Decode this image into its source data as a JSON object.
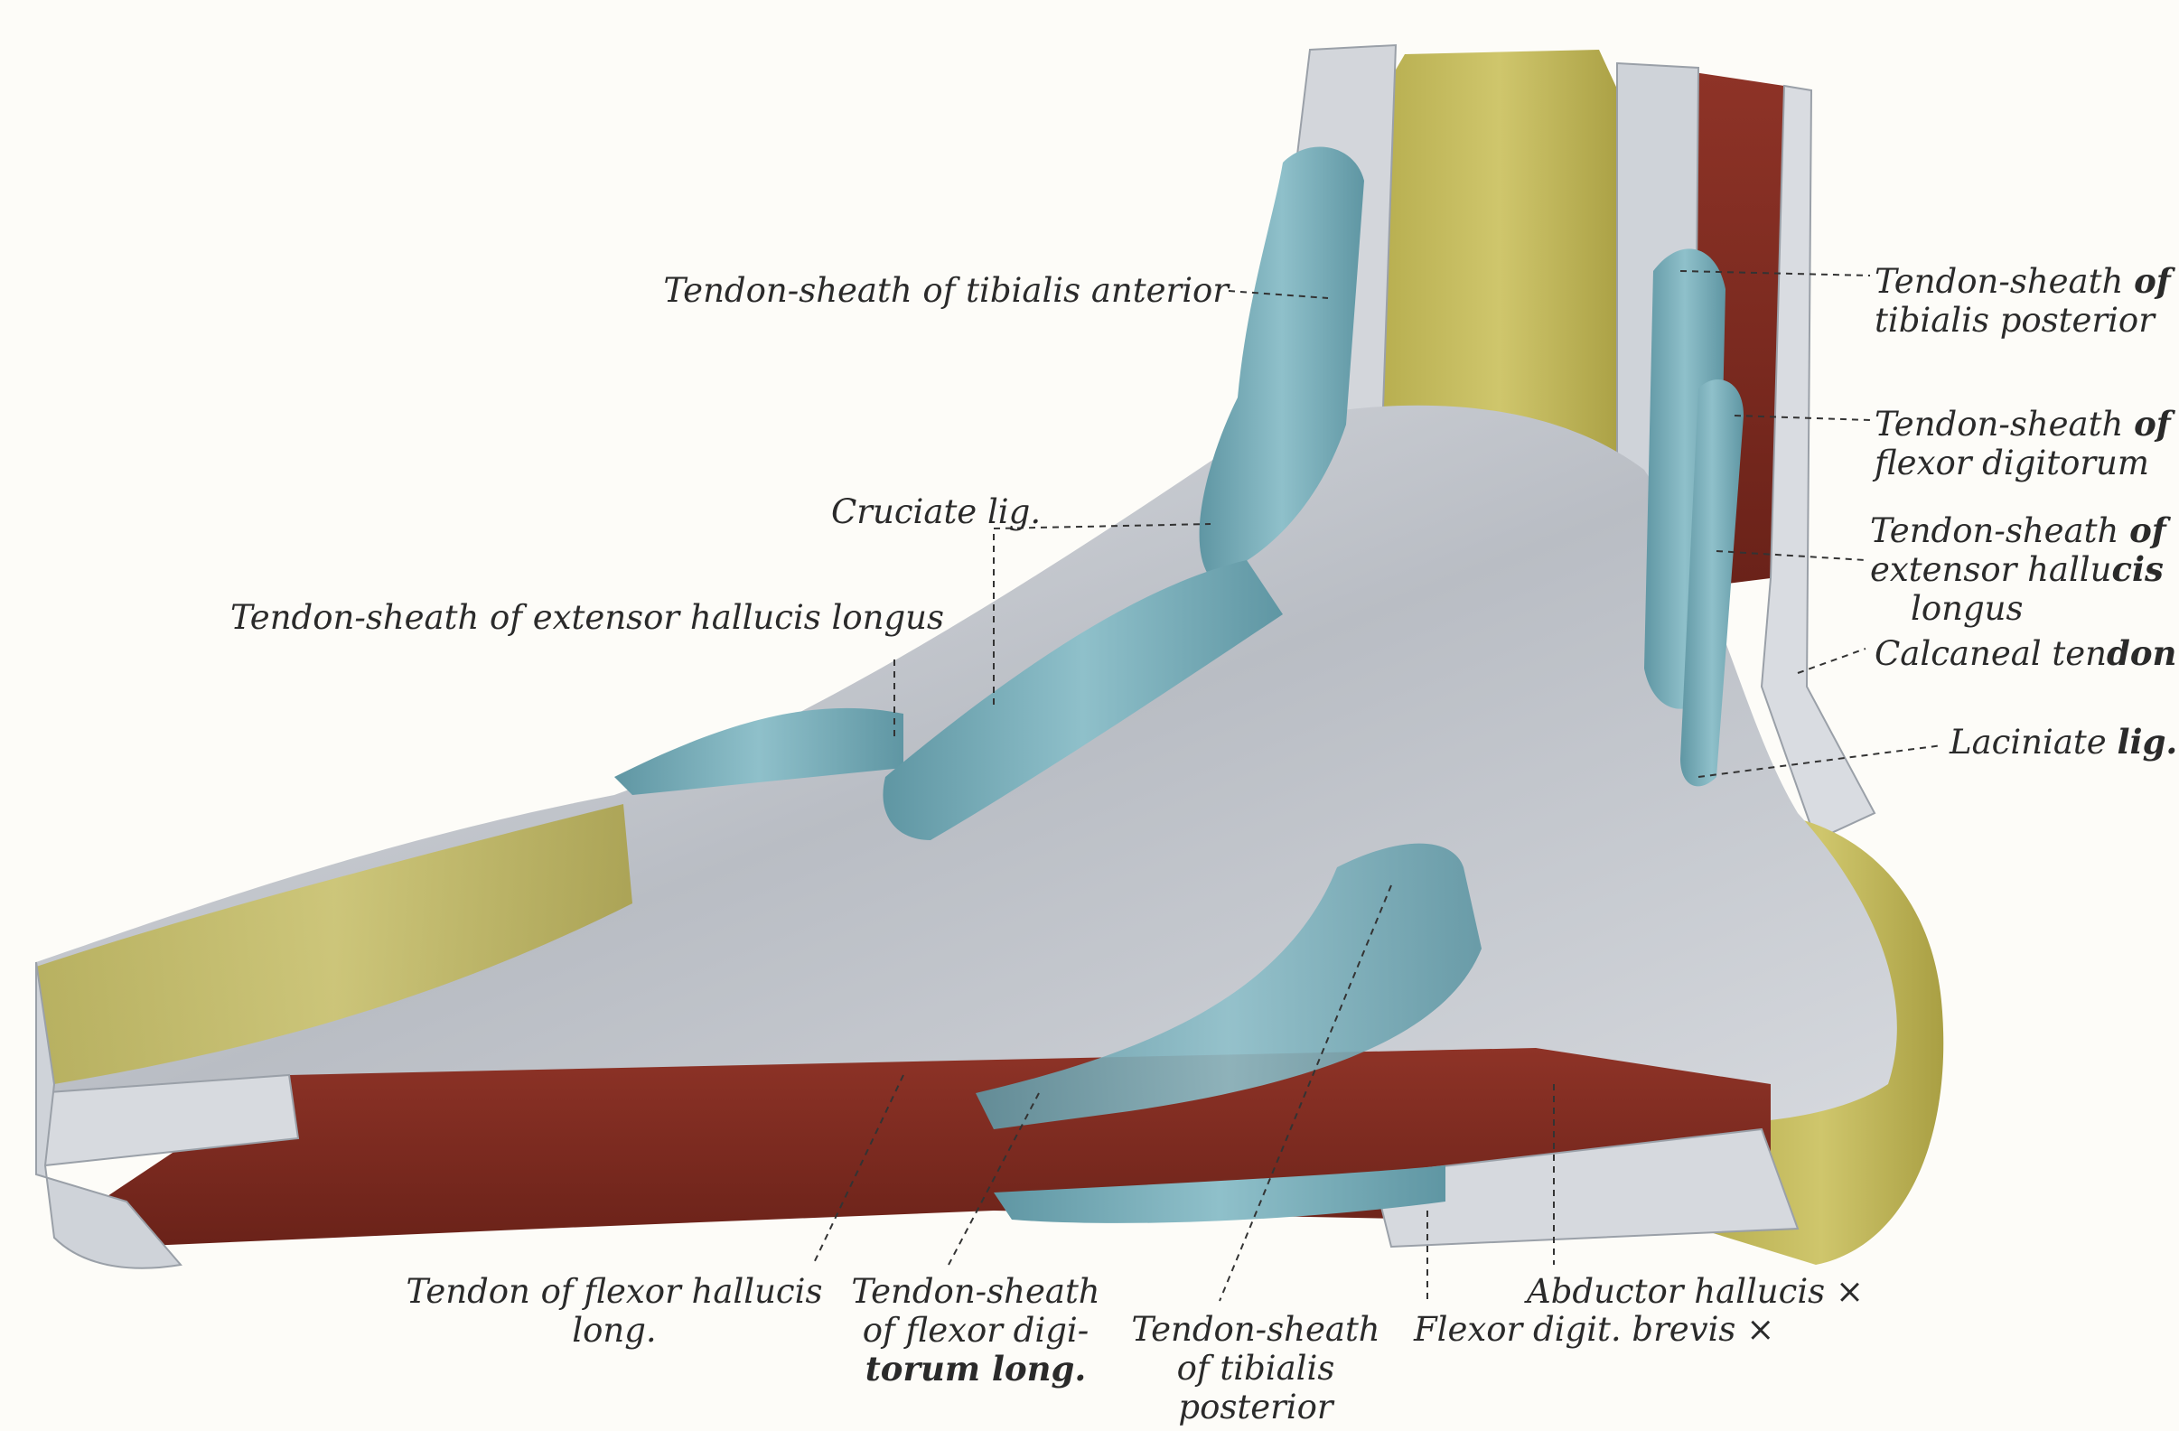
{
  "palette": {
    "background": "#fdfcf8",
    "bone": "#c4bb5c",
    "sheath": "#7fb0bb",
    "ligament": "#c9ccd2",
    "muscle": "#7c2a20",
    "line": "#333333"
  },
  "labels": {
    "ta_sheath": "Tendon-sheath of tibialis anterior",
    "cruciate": "Cruciate lig.",
    "ehl_sheath_left": "Tendon-sheath of extensor hallucis longus",
    "tp_sheath_r1": "Tendon-sheath",
    "tp_sheath_r1b": "of",
    "tp_sheath_r2": "tibialis posterior",
    "fd_sheath_r1": "Tendon-sheath",
    "fd_sheath_r1b": "of",
    "fd_sheath_r2": "flexor digitorum",
    "ehl_sheath_r1": "Tendon-sheath",
    "ehl_sheath_r1b": "of",
    "ehl_sheath_r2a": "extensor hallu",
    "ehl_sheath_r2b": "cis",
    "ehl_sheath_r3": "longus",
    "calcaneal_a": "Calcaneal ten",
    "calcaneal_b": "don",
    "laciniate_a": "Laciniate",
    "laciniate_b": "lig.",
    "fhl_tendon_1": "Tendon of flexor hallucis",
    "fhl_tendon_2": "long.",
    "fdl_sheath_1": "Tendon-sheath",
    "fdl_sheath_2": "of flexor digi-",
    "fdl_sheath_3": "torum long.",
    "tp_sheath_b1": "Tendon-sheath",
    "tp_sheath_b2": "of tibialis",
    "tp_sheath_b3": "posterior",
    "abductor": "Abductor hallucis",
    "abductor_mark": "×",
    "fdb": "Flexor digit. brevis",
    "fdb_mark": "×"
  }
}
